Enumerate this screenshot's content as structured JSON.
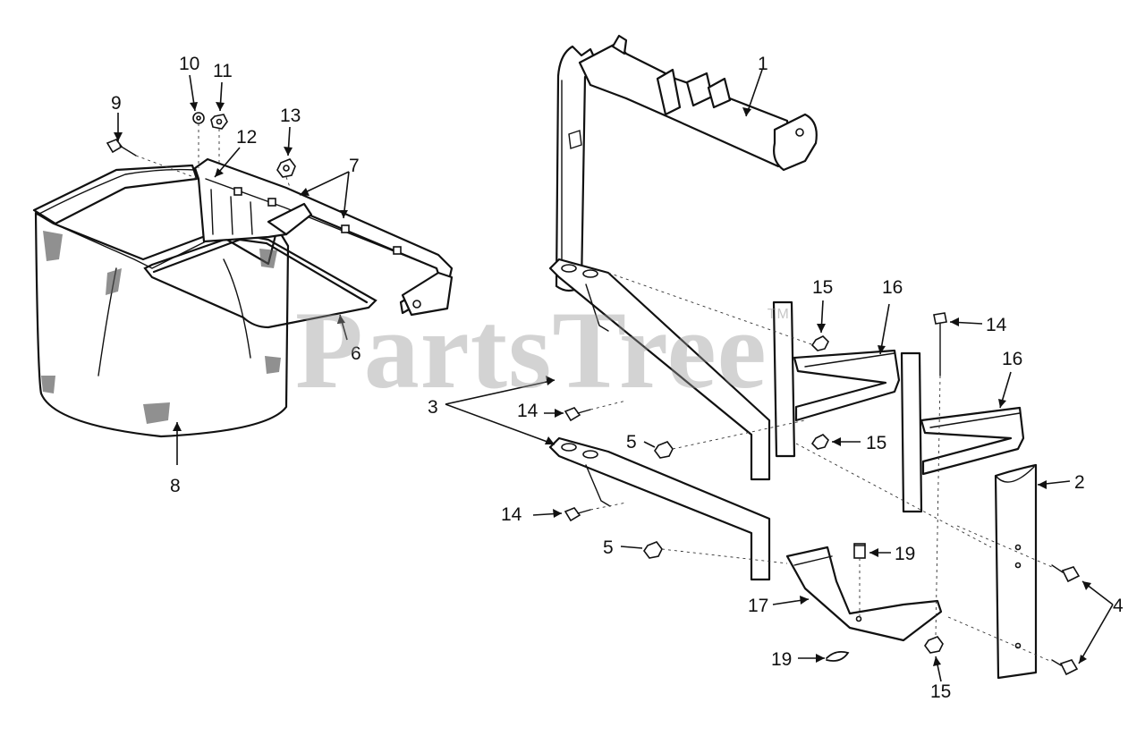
{
  "watermark": {
    "text": "PartsTree",
    "mark": "TM"
  },
  "callouts": {
    "c1": "1",
    "c2": "2",
    "c3": "3",
    "c4": "4",
    "c5a": "5",
    "c5b": "5",
    "c6": "6",
    "c7": "7",
    "c8": "8",
    "c9": "9",
    "c10": "10",
    "c11": "11",
    "c12": "12",
    "c13": "13",
    "c14a": "14",
    "c14b": "14",
    "c14c": "14",
    "c15a": "15",
    "c15b": "15",
    "c15c": "15",
    "c16a": "16",
    "c16b": "16",
    "c17": "17",
    "c19a": "19",
    "c19b": "19"
  }
}
